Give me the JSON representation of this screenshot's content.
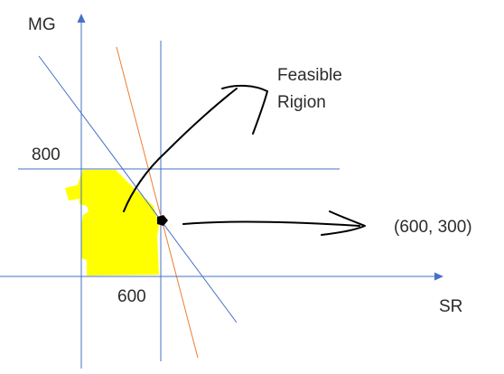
{
  "labels": {
    "y_axis": "MG",
    "x_axis": "SR",
    "y_value": "800",
    "x_value": "600",
    "region_line1": "Feasible",
    "region_line2": "Rigion",
    "point": "(600, 300)"
  },
  "colors": {
    "axis": "#4472c4",
    "line_blue": "#4472c4",
    "line_orange": "#ed7d31",
    "region": "#ffff00",
    "ink": "#000000",
    "text": "#2b2b2b"
  }
}
